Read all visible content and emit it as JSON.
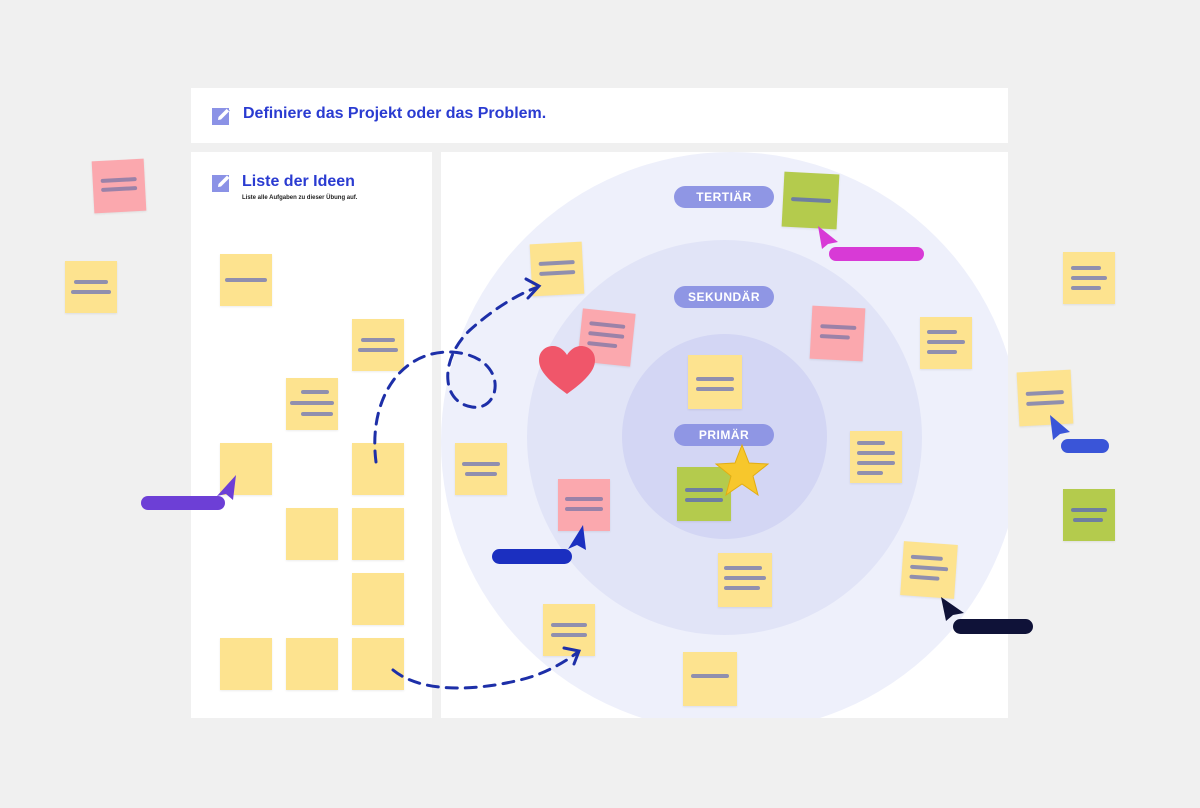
{
  "header": {
    "title": "Definiere das Projekt oder das Problem."
  },
  "ideas_list": {
    "title": "Liste der Ideen",
    "subtitle": "Liste alle Aufgaben zu dieser Übung auf."
  },
  "matrix": {
    "labels": {
      "tertiary": "TERTIÄR",
      "secondary": "SEKUNDÄR",
      "primary": "PRIMÄR"
    }
  },
  "colors": {
    "title_blue": "#2a3bd1",
    "note_yellow": "#fde38f",
    "note_pink": "#fba8ae",
    "note_green": "#b4cb4d",
    "label_pill": "#8f96e4",
    "cursor_purple": "#6d3fd6",
    "cursor_magenta": "#d83ad6",
    "cursor_blue": "#1b2fc0",
    "cursor_royal": "#3a55d8",
    "cursor_navy": "#0f1238",
    "heart": "#f0566a",
    "star": "#f7c72c"
  },
  "icons": [
    "edit-icon",
    "heart-icon",
    "star-icon",
    "cursor-arrow-icon"
  ]
}
